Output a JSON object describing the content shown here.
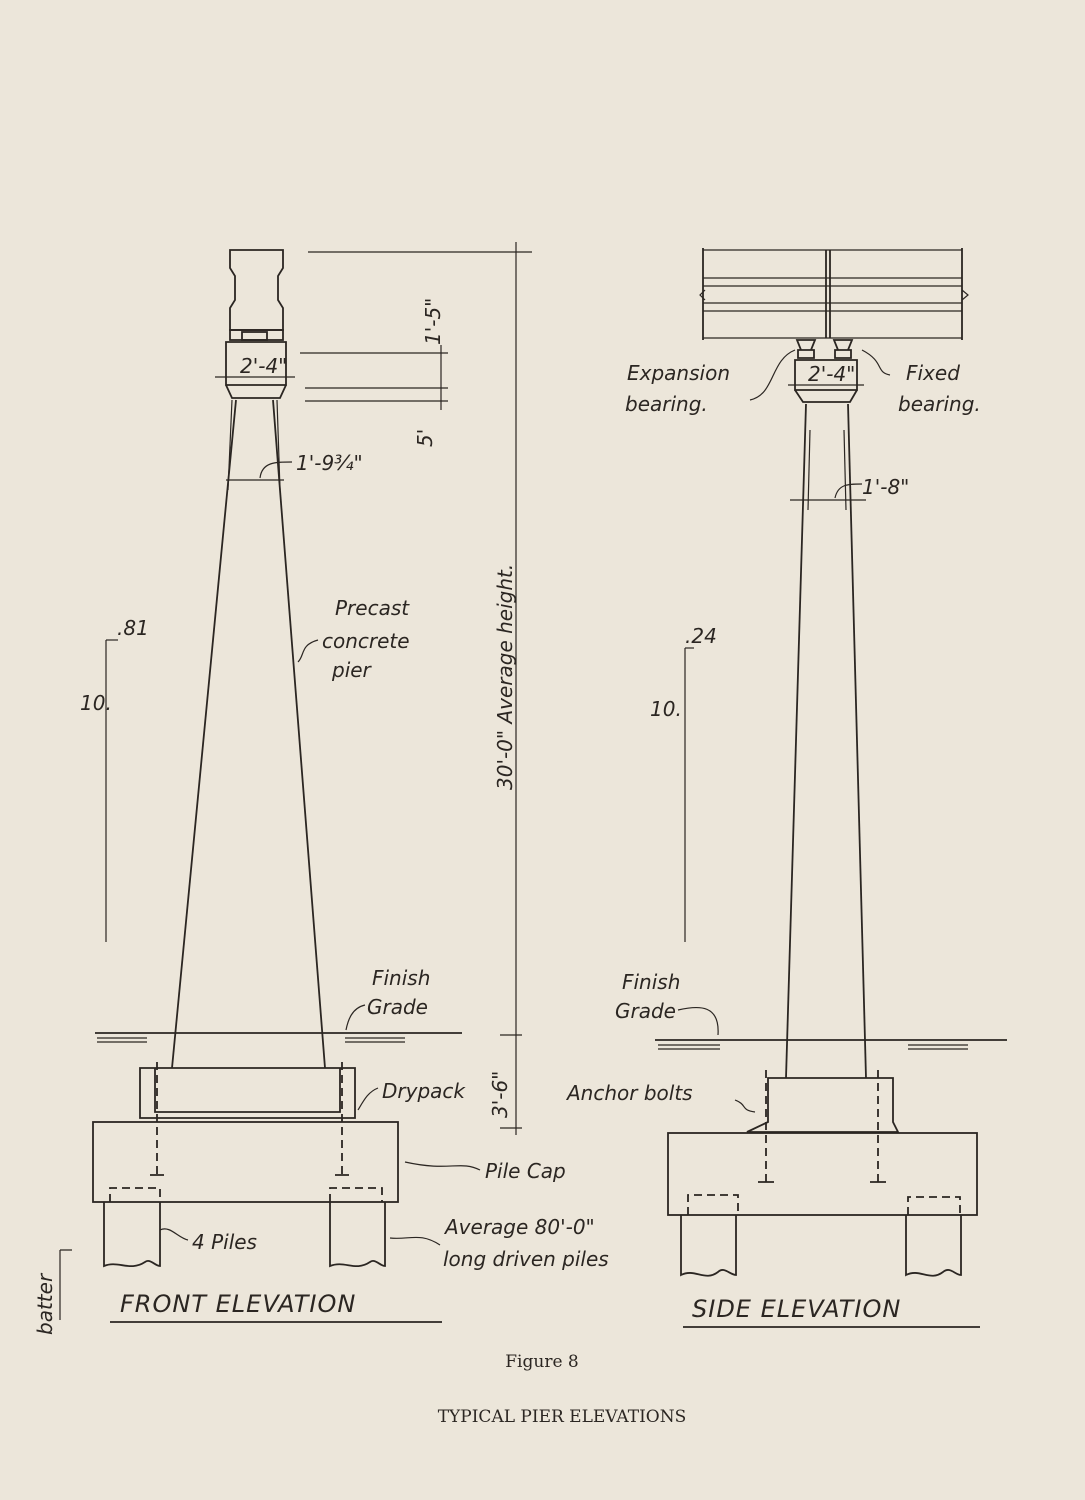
{
  "front": {
    "title": "FRONT ELEVATION",
    "cap_width": "2'-4\"",
    "dim_1_5": "1'-5\"",
    "dim_5": "5'",
    "shaft_top_width": "1'-9¾\"",
    "height_dim": "30'-0\" Average height.",
    "base_dim": "3'-6\"",
    "pier_label": [
      "Precast",
      "concrete",
      "pier"
    ],
    "batter_top": ".81",
    "batter_side": "10.",
    "finish_grade": [
      "Finish",
      "Grade"
    ],
    "drypack": "Drypack",
    "pile_cap": "Pile Cap",
    "piles": "4 Piles",
    "piles_note": [
      "Average 80'-0\"",
      "long driven piles"
    ],
    "batter": "batter"
  },
  "side": {
    "title": "SIDE ELEVATION",
    "cap_width": "2'-4\"",
    "expansion": [
      "Expansion",
      "bearing."
    ],
    "fixed": [
      "Fixed",
      "bearing."
    ],
    "shaft_top_width": "1'-8\"",
    "batter_top": ".24",
    "batter_side": "10.",
    "finish_grade": [
      "Finish",
      "Grade"
    ],
    "anchor_bolts": "Anchor bolts"
  },
  "caption": {
    "figure": "Figure 8",
    "title": "TYPICAL PIER ELEVATIONS"
  }
}
